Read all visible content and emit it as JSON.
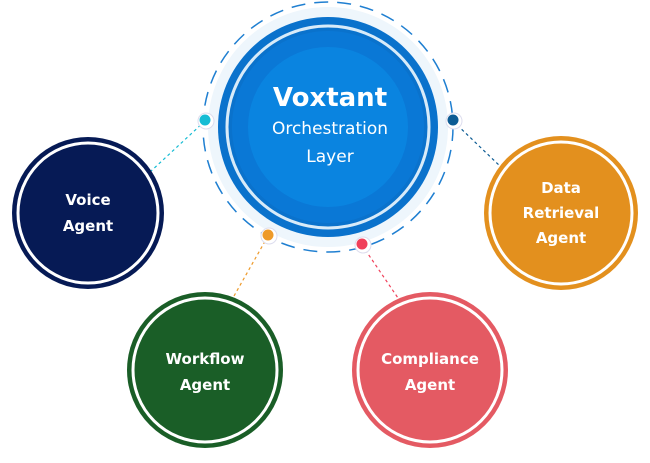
{
  "center": {
    "title": "Voxtant",
    "subtitle_lines": [
      "Orchestration",
      "Layer"
    ],
    "colors": {
      "inner": "#0a84e0",
      "ring": "#0a72cc",
      "halo": "#eef6fc",
      "dash": "#1f7fd1"
    }
  },
  "agents": [
    {
      "id": "voice",
      "lines": [
        "Voice",
        "Agent"
      ],
      "color": "#061a55",
      "dot_color": "#16bcd4"
    },
    {
      "id": "data-retrieval",
      "lines": [
        "Data",
        "Retrieval",
        "Agent"
      ],
      "color": "#e3901e",
      "dot_color": "#0d5c94"
    },
    {
      "id": "workflow",
      "lines": [
        "Workflow",
        "Agent"
      ],
      "color": "#1a5e27",
      "dot_color": "#ee9a2a"
    },
    {
      "id": "compliance",
      "lines": [
        "Compliance",
        "Agent"
      ],
      "color": "#e45a63",
      "dot_color": "#f0405a"
    }
  ]
}
